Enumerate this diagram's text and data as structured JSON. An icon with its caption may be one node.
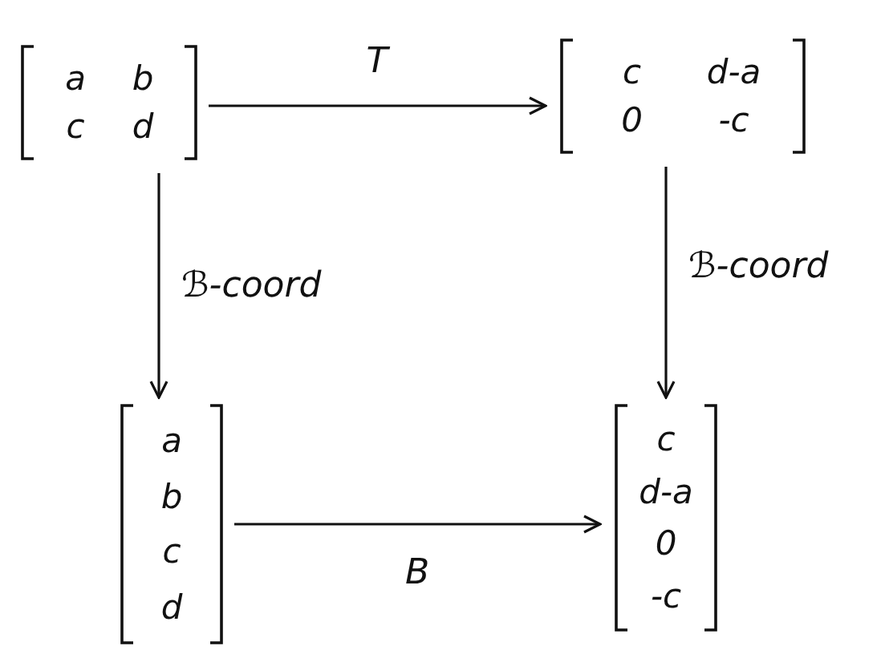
{
  "diagram": {
    "nodes": [
      {
        "text": [
          "a",
          "b",
          "c",
          "d"
        ]
      },
      {
        "text": [
          "c",
          "d-a",
          "0",
          "-c"
        ]
      },
      {
        "text": [
          "a",
          "b",
          "c",
          "d"
        ]
      },
      {
        "text": [
          "c",
          "d-a",
          "0",
          "-c"
        ]
      }
    ],
    "edges": [
      {
        "from": 0,
        "to": 1,
        "arrow": "to",
        "label": "T"
      },
      {
        "from": 0,
        "to": 2,
        "arrow": "to",
        "label": "ℬ-coord"
      },
      {
        "from": 1,
        "to": 3,
        "arrow": "to",
        "label": "ℬ-coord"
      },
      {
        "from": 2,
        "to": 3,
        "arrow": "to",
        "label": "B"
      }
    ]
  }
}
